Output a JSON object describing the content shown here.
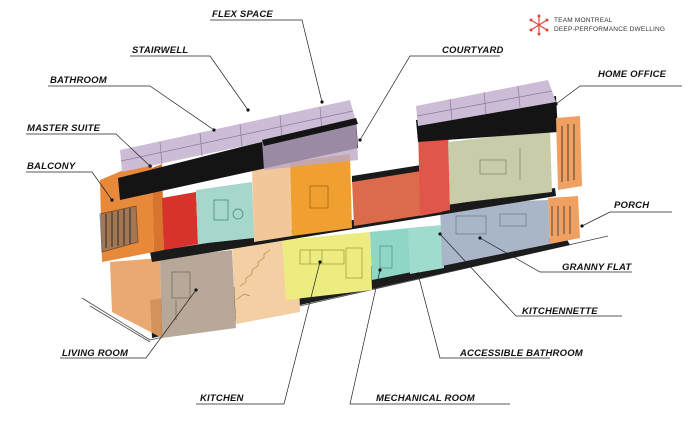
{
  "logo": {
    "line1": "TEAM MONTREAL",
    "line2": "DEEP-PERFORMANCE DWELLING",
    "accent": "#e0483a"
  },
  "labels": {
    "flex_space": "FLEX SPACE",
    "stairwell": "STAIRWELL",
    "courtyard": "COURTYARD",
    "bathroom": "BATHROOM",
    "home_office": "HOME OFFICE",
    "master_suite": "MASTER SUITE",
    "balcony": "BALCONY",
    "porch": "PORCH",
    "granny_flat": "GRANNY FLAT",
    "kitchennette": "KITCHENNETTE",
    "living_room": "LIVING ROOM",
    "accessible_bathroom": "ACCESSIBLE BATHROOM",
    "kitchen": "KITCHEN",
    "mechanical_room": "MECHANICAL ROOM"
  },
  "colors": {
    "roof_glass": "#cdbcd6",
    "structure": "#111111",
    "master_suite": "#e8893a",
    "bathroom_red": "#d8322d",
    "bathroom_teal": "#a5d7cc",
    "stairwell": "#f2c89b",
    "flex_space": "#f0a030",
    "courtyard": "#dc6b4c",
    "home_office_wall": "#e0564a",
    "home_office": "#c9cca8",
    "living_room": "#b8a89a",
    "kitchen": "#ecec80",
    "mechanical_room": "#8fd6c6",
    "granny_flat": "#a8b6c8",
    "porch": "#f0a060"
  }
}
